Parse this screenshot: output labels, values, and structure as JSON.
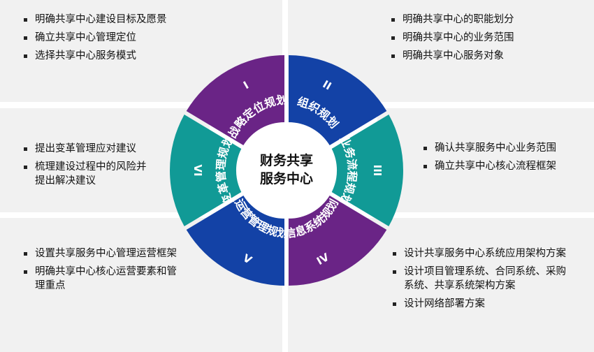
{
  "center": {
    "line1": "财务共享",
    "line2": "服务中心"
  },
  "colors": {
    "purple": "#6a2486",
    "blue": "#1342a6",
    "teal": "#119a96",
    "panel": "#f1f1f1"
  },
  "segments": [
    {
      "numeral": "I",
      "label": "战略定位规划"
    },
    {
      "numeral": "II",
      "label": "组织规划"
    },
    {
      "numeral": "III",
      "label": "业务流程规划"
    },
    {
      "numeral": "IV",
      "label": "信息系统规划"
    },
    {
      "numeral": "V",
      "label": "运营管理规划"
    },
    {
      "numeral": "VI",
      "label": "变革管理规划"
    }
  ],
  "panels": {
    "top_left": [
      "明确共享中心建设目标及愿景",
      "确立共享中心管理定位",
      "选择共享中心服务模式"
    ],
    "top_right": [
      "明确共享中心的职能划分",
      "明确共享中心的业务范围",
      "明确共享中心服务对象"
    ],
    "mid_left": [
      "提出变革管理应对建议",
      "梳理建设过程中的风险并提出解决建议"
    ],
    "mid_right": [
      "确认共享服务中心业务范围",
      "确立共享中心核心流程框架"
    ],
    "bot_left": [
      "设置共享服务中心管理运营框架",
      "明确共享中心核心运营要素和管理重点"
    ],
    "bot_right": [
      "设计共享服务中心系统应用架构方案",
      "设计项目管理系统、合同系统、采购系统、共享系统架构方案",
      "设计网络部署方案"
    ]
  }
}
